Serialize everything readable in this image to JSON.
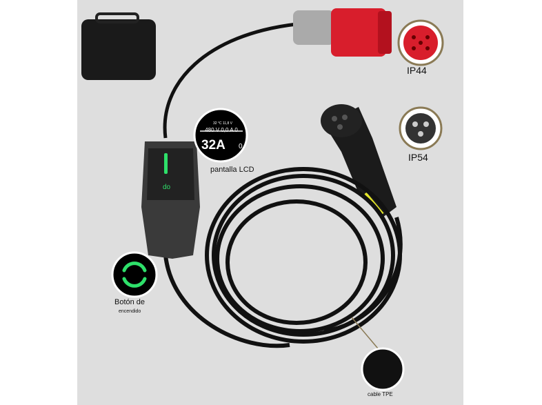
{
  "colors": {
    "background": "#dedede",
    "plug_red": "#d81e2c",
    "led_green": "#2ee06a",
    "cable": "#111111"
  },
  "lcd": {
    "top_line": "32 °C  11,8 V",
    "reading": "480 V 0,0 A 0",
    "current": "32A",
    "counter": "0",
    "label": "pantalla LCD"
  },
  "labels": {
    "ip_industrial": "IP44",
    "ip_type2": "IP54",
    "button_line1": "Botón de",
    "button_line2": "encendido",
    "cable": "cable TPE"
  },
  "device": {
    "logo": "do"
  }
}
